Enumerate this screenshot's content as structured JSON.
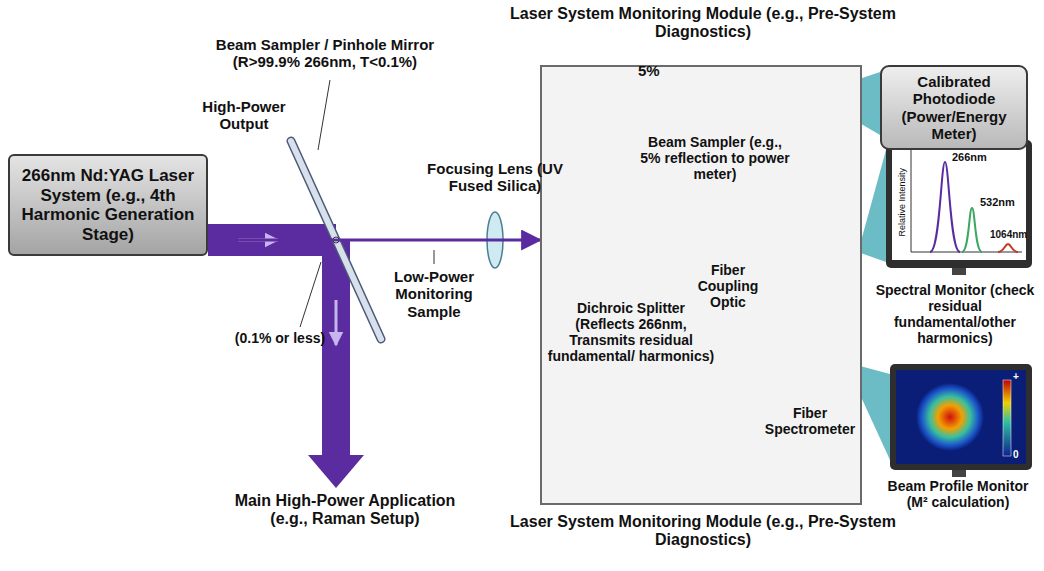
{
  "diagram": {
    "nodes": [
      {
        "text": [
          "266nm Nd:YAG Laser System (e.g., 4th Harmonic Generation Stage)"
        ]
      },
      {
        "text": [
          "Laser System Monitoring Module (e.g., Pre-System Diagnostics)",
          "Laser System Monitoring Module (e.g., Pre-System Diagnostics)"
        ]
      },
      {
        "text": [
          "Calibrated Photodiode (Power/Energy Meter)"
        ]
      },
      {
        "text": [
          "Spectral Monitor (check residual fundamental/other harmonics)"
        ]
      },
      {
        "text": [
          "Beam Profile Monitor (M² calculation)"
        ]
      }
    ],
    "edges": [
      {
        "from": 0,
        "to": 1,
        "arrow": "to"
      }
    ],
    "labels": [
      "High-Power Output",
      "Beam Sampler / Pinhole Mirror (R>99.9% 266nm, T<0.1%)",
      "(0.1% or less)",
      "Main High-Power Application (e.g., Raman Setup)",
      "Focusing Lens (UV Fused Silica)",
      "Low-Power Monitoring Sample",
      "5%",
      "Beam Sampler (e.g., 5% reflection to power meter)",
      "Dichroic Splitter (Reflects 266nm, Transmits residual fundamental/ harmonics)",
      "Fiber Coupling Optic",
      "Fiber Spectrometer",
      "Relative Intensity",
      "266nm",
      "532nm",
      "1064nm",
      "+",
      "0"
    ]
  }
}
